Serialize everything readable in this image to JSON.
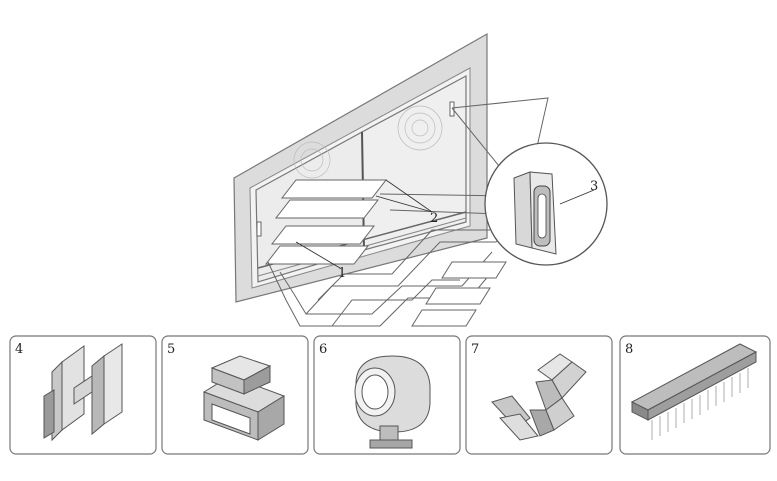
{
  "figure": {
    "callouts": [
      {
        "id": "c1",
        "label": "1"
      },
      {
        "id": "c2",
        "label": "2"
      },
      {
        "id": "c3",
        "label": "3"
      }
    ],
    "panels": [
      {
        "id": "p4",
        "label": "4",
        "icon": "h-profile-seal"
      },
      {
        "id": "p5",
        "label": "5",
        "icon": "channel-clip-seal"
      },
      {
        "id": "p6",
        "label": "6",
        "icon": "bulb-tube-seal"
      },
      {
        "id": "p7",
        "label": "7",
        "icon": "fin-lip-seal"
      },
      {
        "id": "p8",
        "label": "8",
        "icon": "brush-pile-seal"
      }
    ],
    "colors": {
      "stroke": "#555555",
      "fill_light": "#e6e6e6",
      "fill_mid": "#c8c8c8",
      "fill_dark": "#8a8a8a"
    }
  }
}
